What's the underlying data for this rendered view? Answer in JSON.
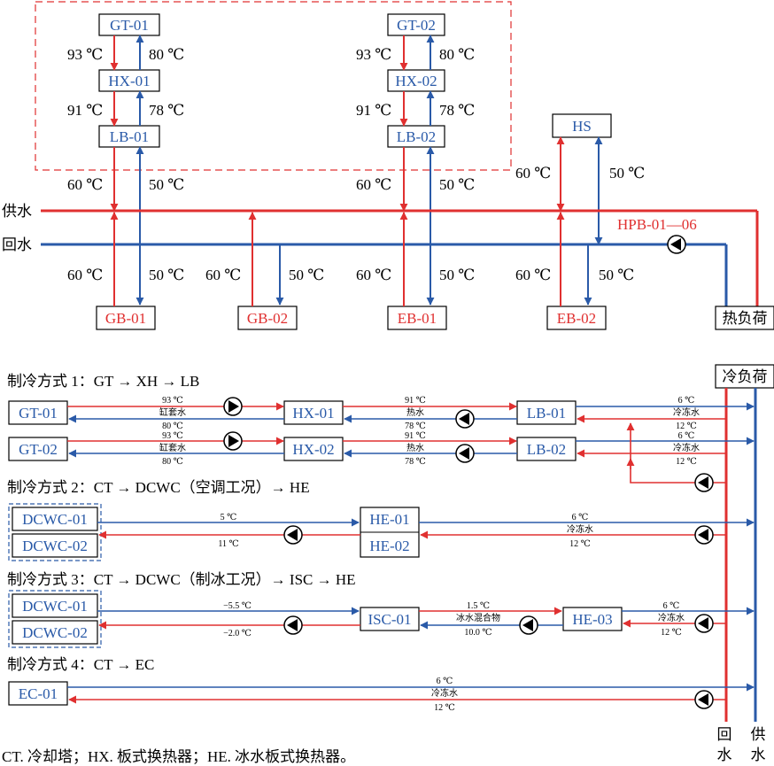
{
  "heating": {
    "supply_label": "供水",
    "return_label": "回水",
    "hpb_label": "HPB-01—06",
    "load_label": "热负荷",
    "hs_label": "HS",
    "units": [
      {
        "gt": "GT-01",
        "hx": "HX-01",
        "lb": "LB-01",
        "t_gt_out": "93 ℃",
        "t_gt_in": "80 ℃",
        "t_hx_out": "91 ℃",
        "t_hx_in": "78 ℃",
        "t_supply": "60 ℃",
        "t_return": "50 ℃"
      },
      {
        "gt": "GT-02",
        "hx": "HX-02",
        "lb": "LB-02",
        "t_gt_out": "93 ℃",
        "t_gt_in": "80 ℃",
        "t_hx_out": "91 ℃",
        "t_hx_in": "78 ℃",
        "t_supply": "60 ℃",
        "t_return": "50 ℃"
      }
    ],
    "hs_temps": {
      "supply": "60 ℃",
      "return": "50 ℃"
    },
    "boilers": [
      {
        "label": "GB-01",
        "t_supply": "60 ℃",
        "t_return": "50 ℃"
      },
      {
        "label": "GB-02",
        "t_supply": "60 ℃",
        "t_return": "50 ℃"
      },
      {
        "label": "EB-01",
        "t_supply": "60 ℃",
        "t_return": "50 ℃"
      },
      {
        "label": "EB-02",
        "t_supply": "60 ℃",
        "t_return": "50 ℃"
      }
    ]
  },
  "cooling": {
    "load_label": "冷负荷",
    "return_label_a": "回",
    "return_label_b": "水",
    "supply_label_a": "供",
    "supply_label_b": "水",
    "modes": [
      "制冷方式 1：GT → XH → LB",
      "制冷方式 2：CT → DCWC（空调工况）→ HE",
      "制冷方式 3：CT → DCWC（制冰工况）→ ISC → HE",
      "制冷方式 4：CT → EC"
    ],
    "mode1_rows": [
      {
        "gt": "GT-01",
        "hx": "HX-01",
        "lb": "LB-01",
        "a1": "93 ℃",
        "a2": "缸套水",
        "a3": "80 ℃",
        "b1": "91 ℃",
        "b2": "热水",
        "b3": "78 ℃",
        "c1": "6 ℃",
        "c2": "冷冻水",
        "c3": "12 ℃"
      },
      {
        "gt": "GT-02",
        "hx": "HX-02",
        "lb": "LB-02",
        "a1": "93 ℃",
        "a2": "缸套水",
        "a3": "80 ℃",
        "b1": "91 ℃",
        "b2": "热水",
        "b3": "78 ℃",
        "c1": "6 ℃",
        "c2": "冷冻水",
        "c3": "12 ℃"
      }
    ],
    "mode2": {
      "dcwc1": "DCWC-01",
      "dcwc2": "DCWC-02",
      "he1": "HE-01",
      "he2": "HE-02",
      "t_out": "5 ℃",
      "t_in": "11 ℃",
      "c1": "6 ℃",
      "c2": "冷冻水",
      "c3": "12 ℃"
    },
    "mode3": {
      "dcwc1": "DCWC-01",
      "dcwc2": "DCWC-02",
      "isc": "ISC-01",
      "he": "HE-03",
      "t_out": "−5.5 ℃",
      "t_in": "−2.0 ℃",
      "m1": "1.5 ℃",
      "m2": "冰水混合物",
      "m3": "10.0 ℃",
      "c1": "6 ℃",
      "c2": "冷冻水",
      "c3": "12 ℃"
    },
    "mode4": {
      "ec": "EC-01",
      "c1": "6 ℃",
      "c2": "冷冻水",
      "c3": "12 ℃"
    }
  },
  "footnote": "CT. 冷却塔；HX. 板式换热器；HE. 冰水板式换热器。",
  "colors": {
    "supply": "#e03030",
    "return": "#2a5aa8"
  }
}
